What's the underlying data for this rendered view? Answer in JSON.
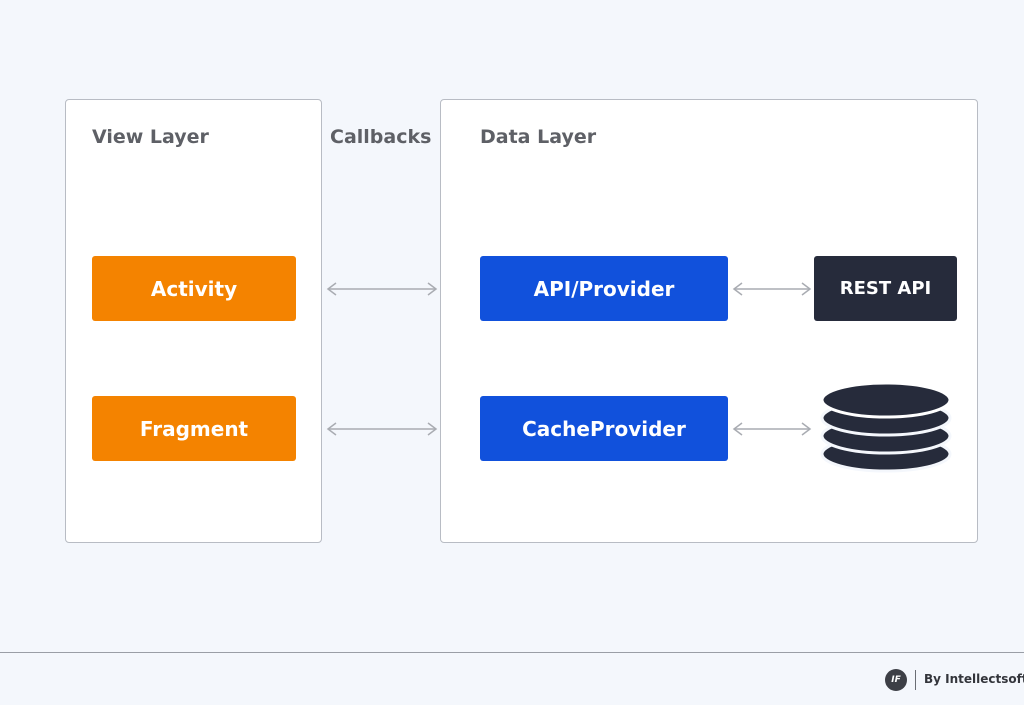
{
  "view_layer": {
    "title": "View Layer",
    "items": [
      "Activity",
      "Fragment"
    ]
  },
  "callbacks_label": "Callbacks",
  "data_layer": {
    "title": "Data Layer",
    "providers": [
      "API/Provider",
      "CacheProvider"
    ],
    "rest_api": "REST API",
    "storage_icon": "database-icon"
  },
  "branding": {
    "logo_text": "IF",
    "text": "By Intellectsoft"
  },
  "colors": {
    "view_item": "#f48300",
    "provider": "#1151dc",
    "external": "#262b3b",
    "connector": "#a9acb2"
  }
}
